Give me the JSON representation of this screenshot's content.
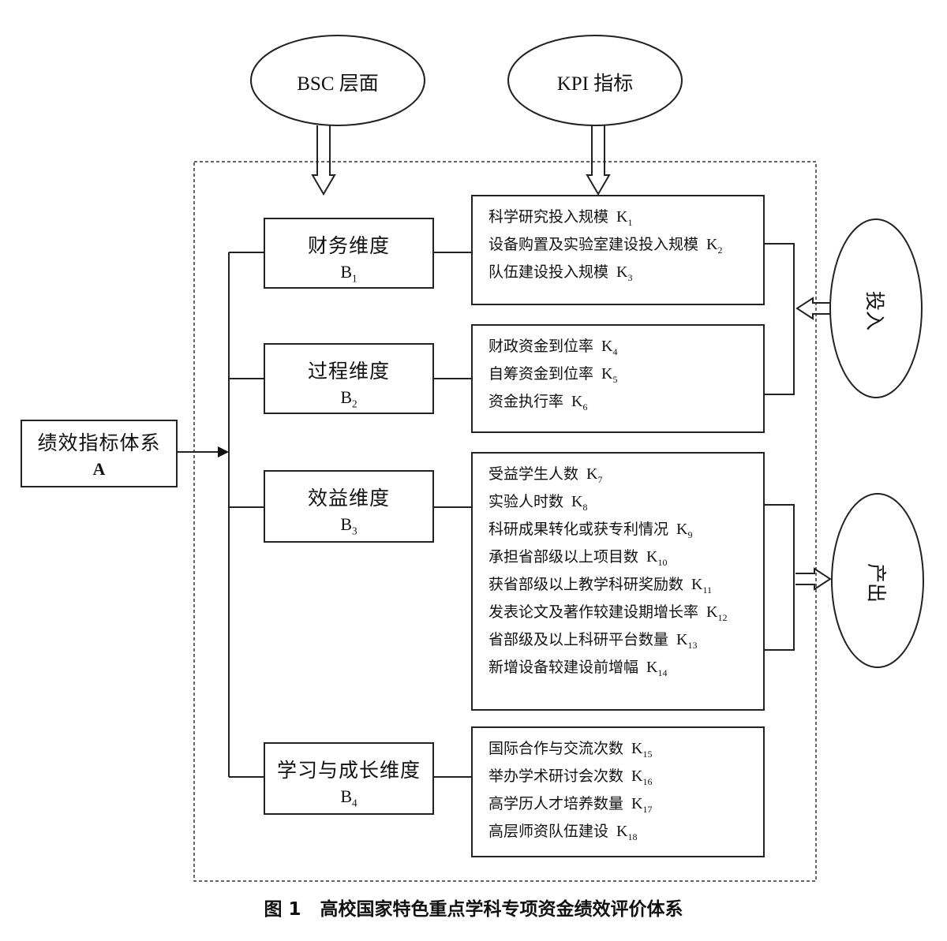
{
  "top_labels": {
    "bsc": "BSC 层面",
    "kpi": "KPI 指标"
  },
  "side_labels": {
    "input": "投入",
    "output": "产出"
  },
  "root": {
    "name": "绩效指标体系",
    "code": "A"
  },
  "dimensions": [
    {
      "name": "财务维度",
      "letter": "B",
      "sub": "1"
    },
    {
      "name": "过程维度",
      "letter": "B",
      "sub": "2"
    },
    {
      "name": "效益维度",
      "letter": "B",
      "sub": "3"
    },
    {
      "name": "学习与成长维度",
      "letter": "B",
      "sub": "4"
    }
  ],
  "kpi_groups": [
    [
      {
        "text": "科学研究投入规模",
        "k": "K",
        "sub": "1"
      },
      {
        "text": "设备购置及实验室建设投入规模",
        "k": "K",
        "sub": "2"
      },
      {
        "text": "队伍建设投入规模",
        "k": "K",
        "sub": "3"
      }
    ],
    [
      {
        "text": "财政资金到位率",
        "k": "K",
        "sub": "4"
      },
      {
        "text": "自筹资金到位率",
        "k": "K",
        "sub": "5"
      },
      {
        "text": "资金执行率",
        "k": "K",
        "sub": "6"
      }
    ],
    [
      {
        "text": "受益学生人数",
        "k": "K",
        "sub": "7"
      },
      {
        "text": "实验人时数",
        "k": "K",
        "sub": "8"
      },
      {
        "text": "科研成果转化或获专利情况",
        "k": "K",
        "sub": "9"
      },
      {
        "text": "承担省部级以上项目数",
        "k": "K",
        "sub": "10"
      },
      {
        "text": "获省部级以上教学科研奖励数",
        "k": "K",
        "sub": "11"
      },
      {
        "text": "发表论文及著作较建设期增长率",
        "k": "K",
        "sub": "12"
      },
      {
        "text": "省部级及以上科研平台数量",
        "k": "K",
        "sub": "13"
      },
      {
        "text": "新增设备较建设前增幅",
        "k": "K",
        "sub": "14"
      }
    ],
    [
      {
        "text": "国际合作与交流次数",
        "k": "K",
        "sub": "15"
      },
      {
        "text": "举办学术研讨会次数",
        "k": "K",
        "sub": "16"
      },
      {
        "text": "高学历人才培养数量",
        "k": "K",
        "sub": "17"
      },
      {
        "text": "高层师资队伍建设",
        "k": "K",
        "sub": "18"
      }
    ]
  ],
  "caption": {
    "number": "图 1",
    "title": "高校国家特色重点学科专项资金绩效评价体系"
  }
}
